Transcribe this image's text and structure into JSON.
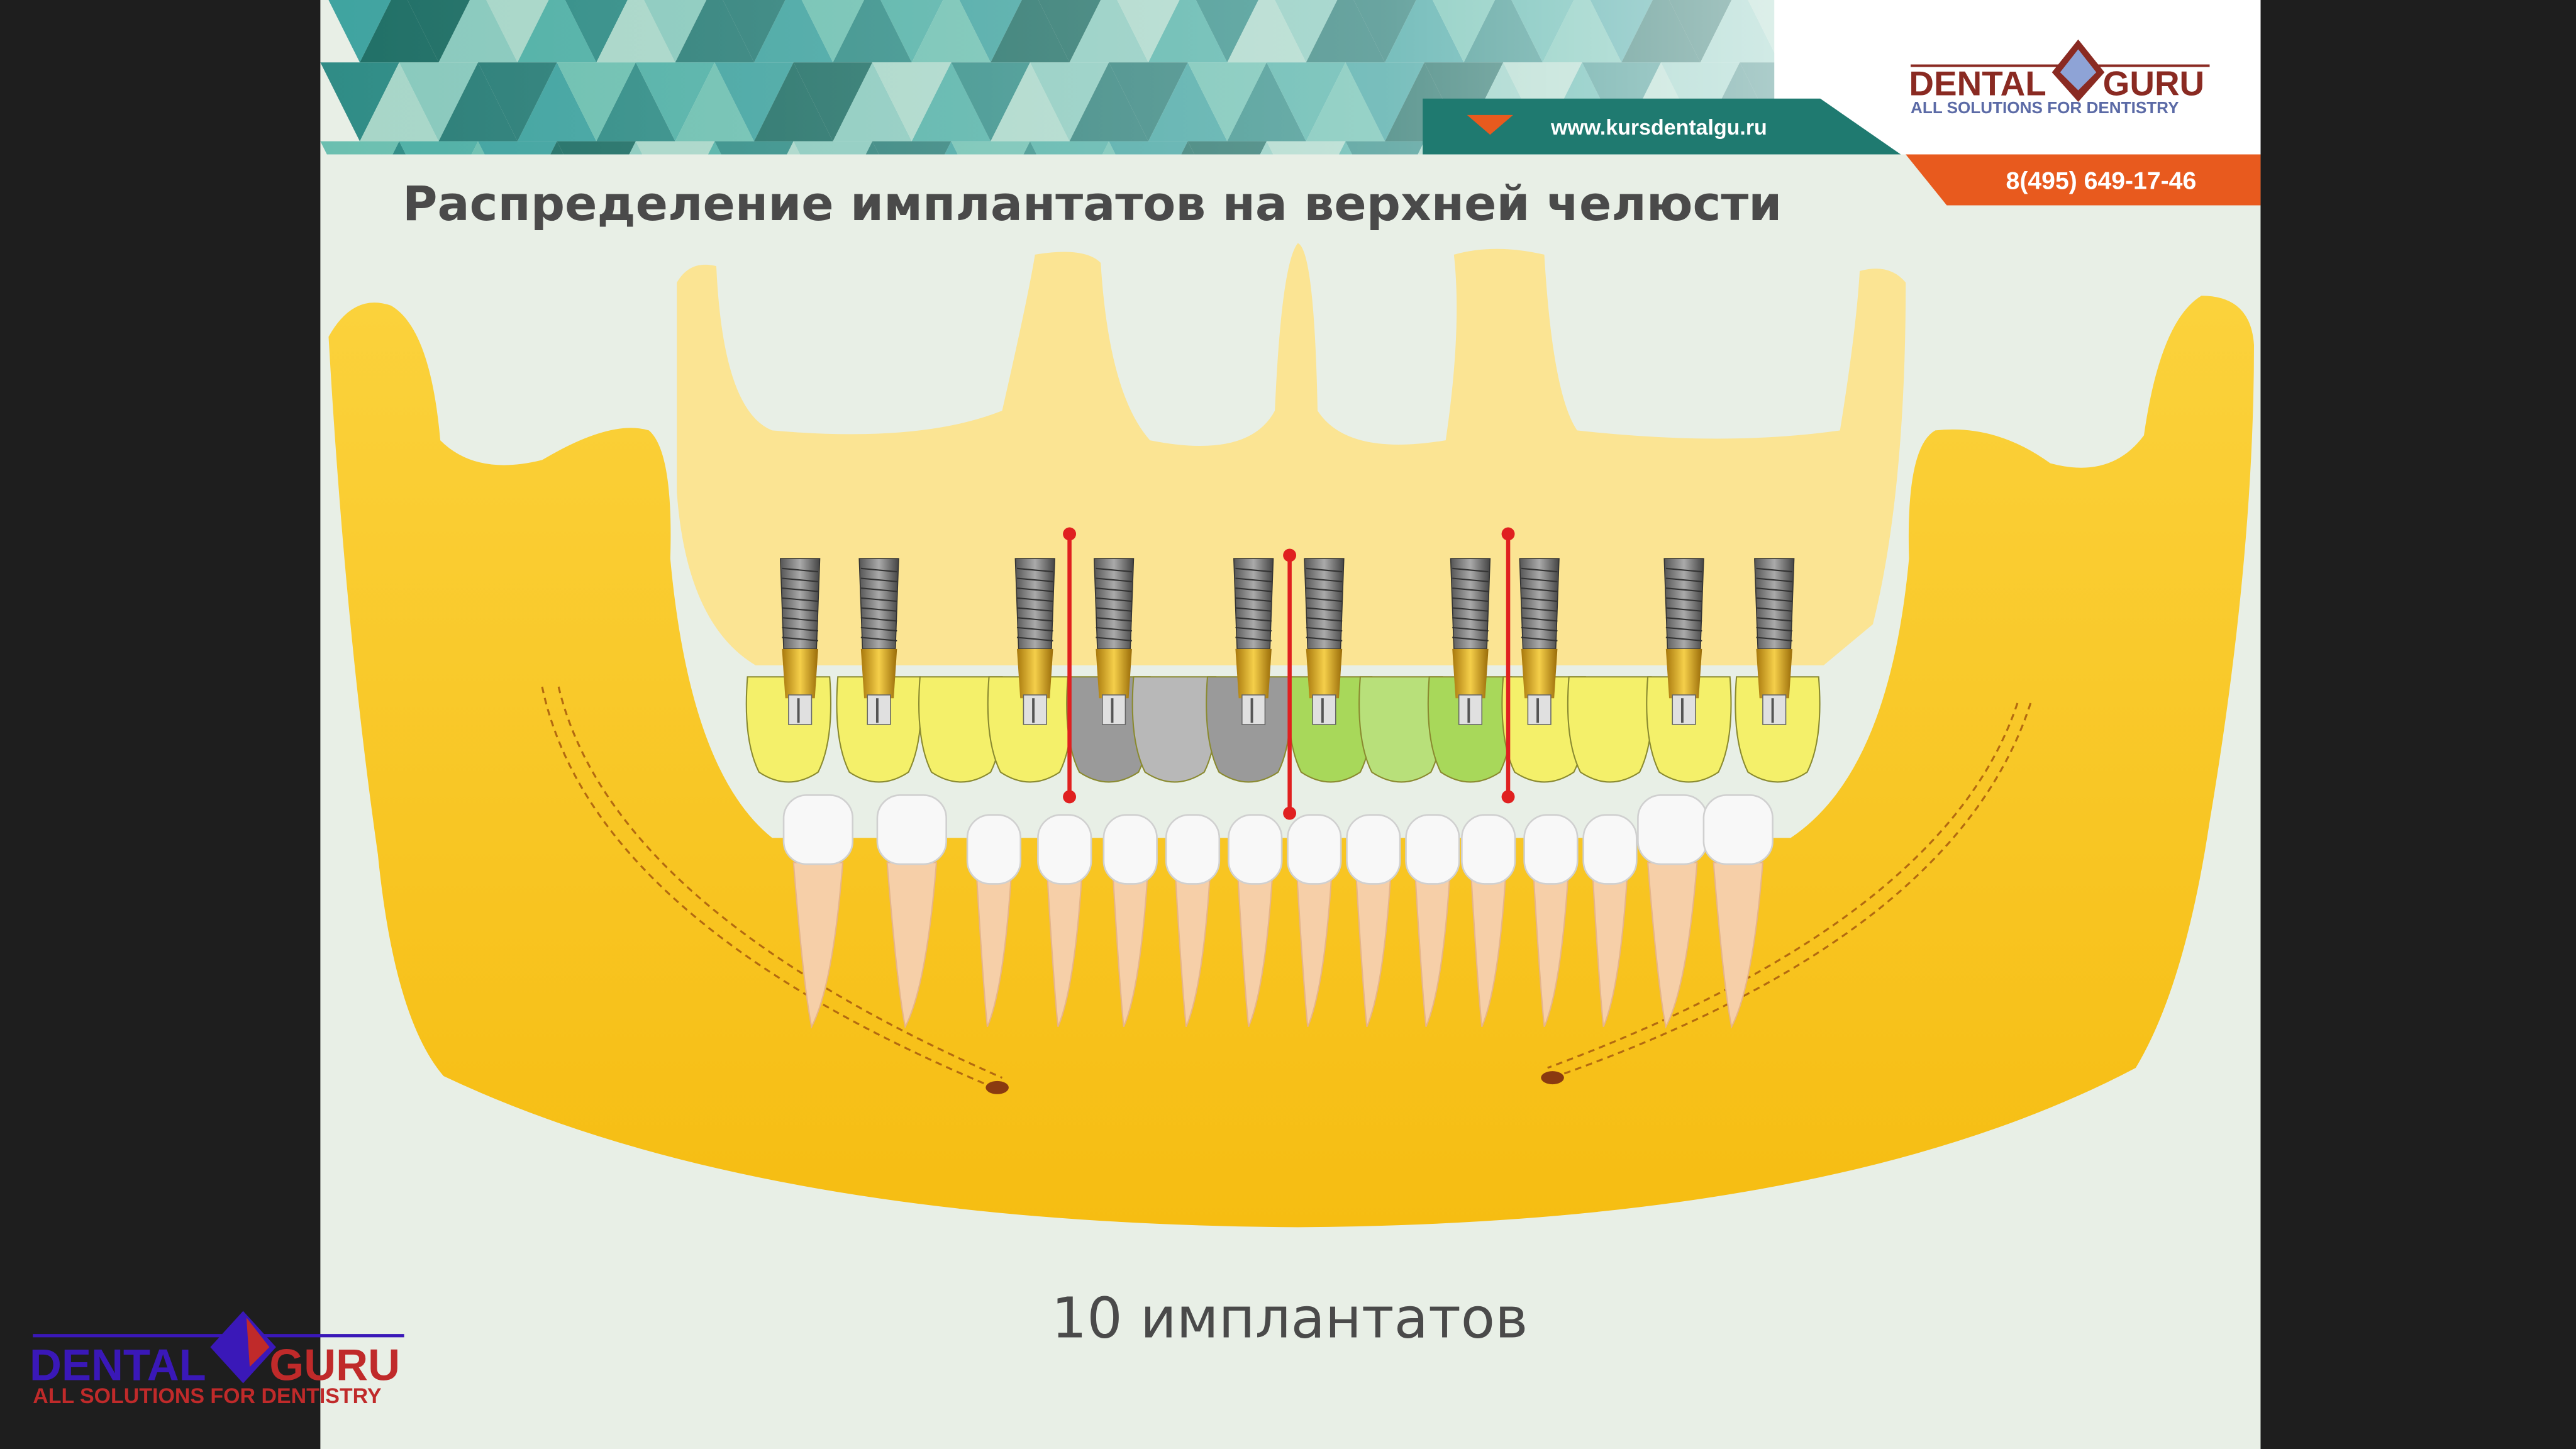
{
  "slide": {
    "title": "Распределение имплантатов на верхней челюсти",
    "caption": "10 имплантатов",
    "website": "www.kursdentalgu.ru",
    "phone": "8(495) 649-17-46",
    "logo": {
      "brand_left": "DENTAL",
      "brand_right": "GURU",
      "tagline": "ALL SOLUTIONS FOR DENTISTRY"
    },
    "implant_count": 10
  },
  "watermark": {
    "brand_left": "DENTAL",
    "brand_right": "GURU",
    "tagline": "ALL SOLUTIONS FOR DENTISTRY"
  },
  "colors": {
    "background": "#1e1e1e",
    "slide": "#e8efe6",
    "teal": "#1f7a70",
    "orange": "#e85a1e",
    "bone": "#f9c51a",
    "maxilla": "#fde28a",
    "logo_red": "#8a2a22",
    "logo_blue": "#5b6aa6",
    "red_line": "#e02020"
  }
}
